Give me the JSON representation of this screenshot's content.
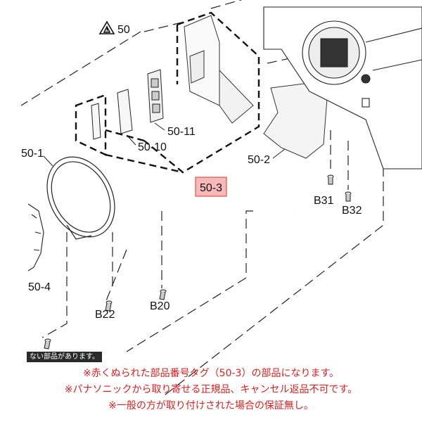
{
  "callouts": {
    "warning_label": "50",
    "part_50_1": "50-1",
    "part_50_2": "50-2",
    "part_50_3": "50-3",
    "part_50_4": "50-4",
    "part_50_10": "50-10",
    "part_50_11": "50-11",
    "screw_b20": "B20",
    "screw_b22": "B22",
    "screw_b31": "B31",
    "screw_b32": "B32"
  },
  "overlay_tag": "ない部品があります。",
  "notes": [
    "※赤くぬられた部品番号タグ（50-3）の部品になります。",
    "※パナソニックから取り寄せる正規品、キャンセル返品不可です。",
    "※一般の方が取り付けされた場合の保証無し。"
  ],
  "colors": {
    "highlight_fill": "#f7b9b9",
    "highlight_border": "#e0504a",
    "note_text": "#d42020"
  }
}
